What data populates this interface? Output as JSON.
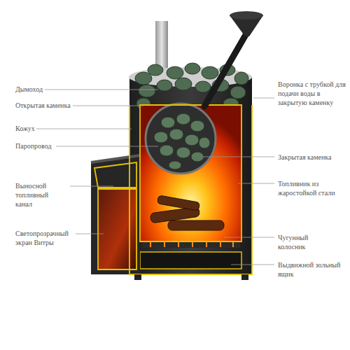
{
  "diagram": {
    "labels": [
      "Дымоход",
      "Открытая каменка",
      "Кожух",
      "Паропровод",
      "Выносной топливный канал",
      "Светопрозрачный экран Витры",
      "Воронка с трубкой для подачи воды в закрытую каменку",
      "Закрытая каменка",
      "Топливник из жаростойкой стали",
      "Чугунный колосник",
      "Выдвижной зольный ящик"
    ]
  }
}
